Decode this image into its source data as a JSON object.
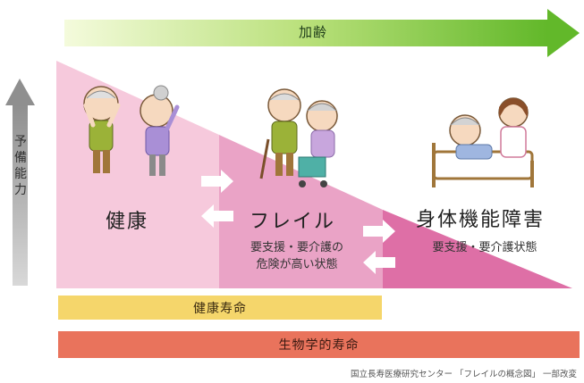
{
  "aging_label": "加齢",
  "reserve_label": [
    "予",
    "備",
    "能",
    "力"
  ],
  "stages": {
    "healthy": {
      "title": "健康"
    },
    "frailty": {
      "title": "フレイル",
      "subtitle_line1": "要支援・要介護の",
      "subtitle_line2": "危険が高い状態"
    },
    "disability": {
      "title": "身体機能障害",
      "subtitle": "要支援・要介護状態"
    }
  },
  "bars": {
    "healthy_life": "健康寿命",
    "biological_life": "生物学的寿命"
  },
  "source": "国立長寿医療研究センター 「フレイルの概念図」 一部改変",
  "colors": {
    "aging_arrow_start": "#eef8c8",
    "aging_arrow_end": "#6fbf2e",
    "healthy_zone": "#f6c9dc",
    "frailty_zone": "#eaa3c6",
    "disability_zone": "#de6fa6",
    "healthy_bar": "#f5d66b",
    "biological_bar": "#e9735c",
    "reserve_arrow": "#a9a9a9"
  },
  "icons": [
    "elderly-couple-exercising-icon",
    "elderly-couple-with-cane-walker-icon",
    "caregiver-with-bedridden-patient-icon"
  ]
}
